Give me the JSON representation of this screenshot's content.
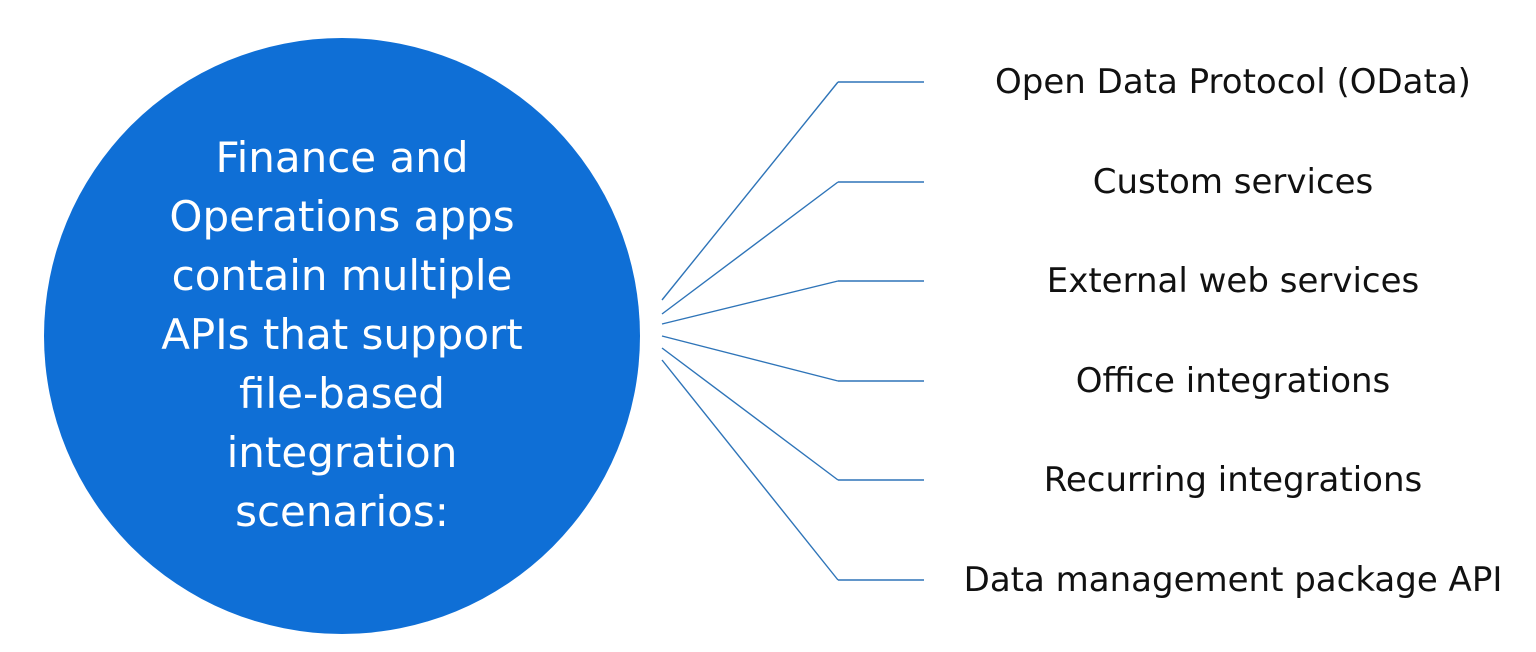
{
  "hub": {
    "lines": [
      "Finance and",
      "Operations apps",
      "contain multiple",
      "APIs that support",
      "file-based",
      "integration",
      "scenarios:"
    ]
  },
  "items": [
    {
      "label": "Open Data Protocol (OData)"
    },
    {
      "label": "Custom services"
    },
    {
      "label": "External web services"
    },
    {
      "label": "Office integrations"
    },
    {
      "label": "Recurring integrations"
    },
    {
      "label": "Data management package API"
    }
  ],
  "colors": {
    "hub_fill": "#0f6fd6",
    "hub_text": "#ffffff",
    "connector": "#2e74b8",
    "item_text": "#111111"
  }
}
